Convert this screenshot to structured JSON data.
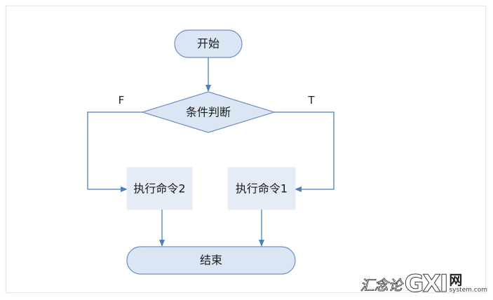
{
  "nodes": {
    "start": "开始",
    "condition": "条件判断",
    "cmd2": "执行命令2",
    "cmd1": "执行命令1",
    "end": "结束"
  },
  "branches": {
    "false_label": "F",
    "true_label": "T"
  },
  "colors": {
    "node_fill": "#dbe6f4",
    "node_stroke": "#6f8fbf",
    "box_fill": "#e5ecf5",
    "arrow": "#4a7fb8"
  },
  "watermark": {
    "cn": "汇念论",
    "logo": "GXI",
    "net": "网",
    "domain": "system.com"
  }
}
